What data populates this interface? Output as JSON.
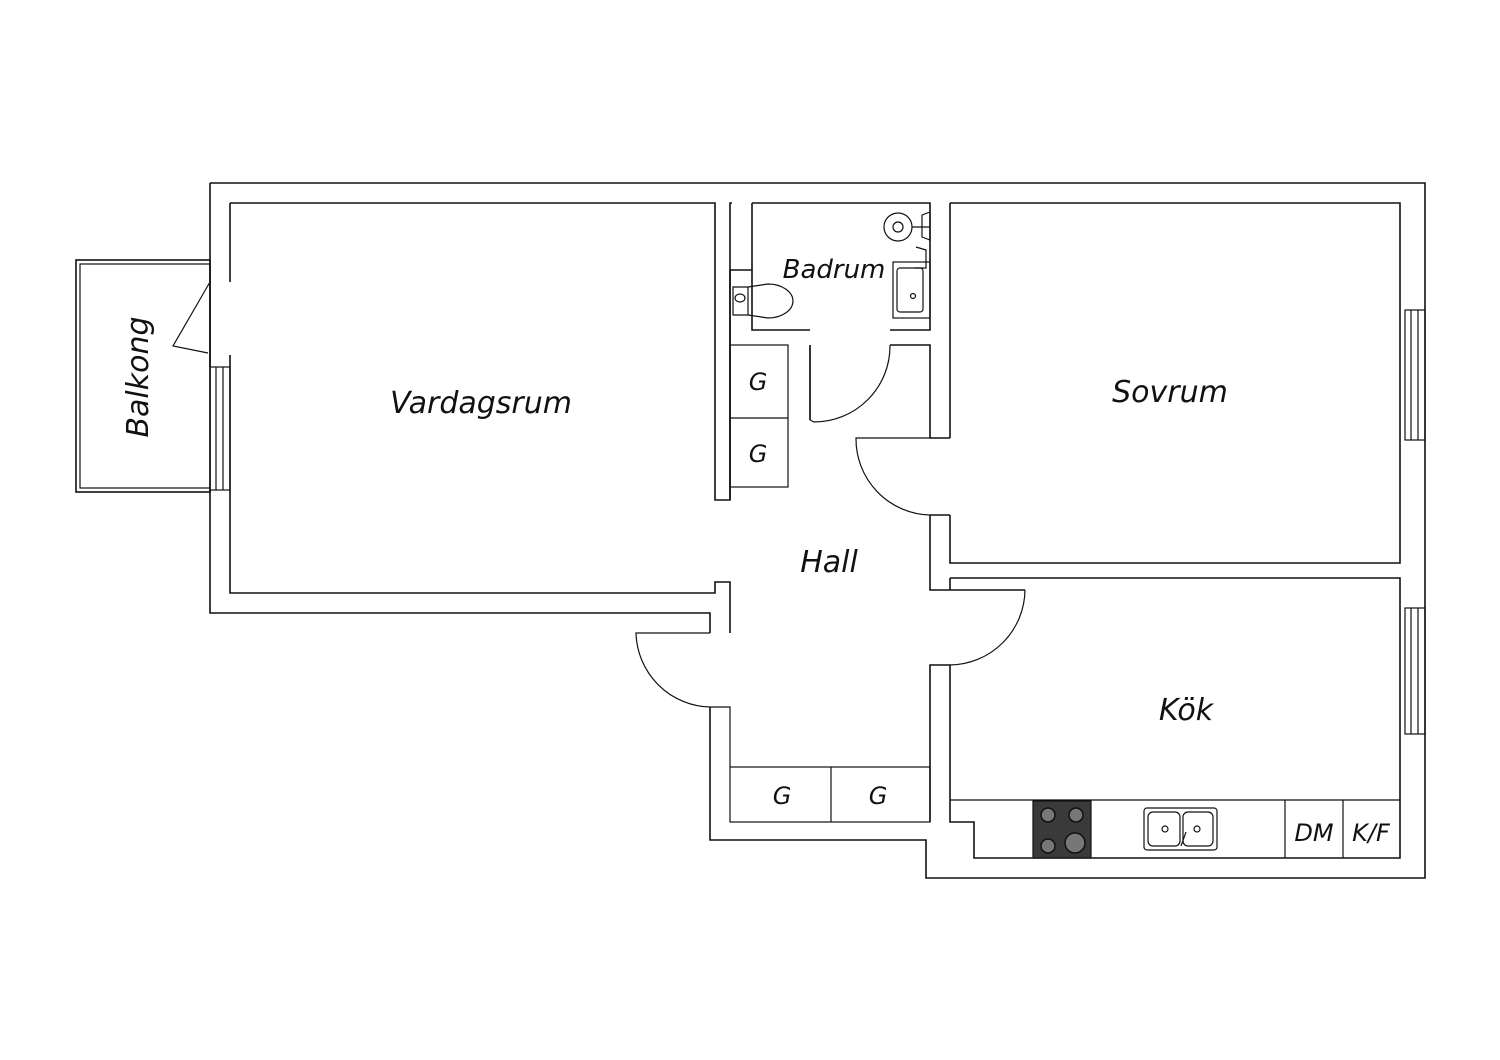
{
  "rooms": {
    "vardagsrum": "Vardagsrum",
    "badrum": "Badrum",
    "sovrum": "Sovrum",
    "hall": "Hall",
    "kok": "Kök",
    "balkong": "Balkong"
  },
  "closets": [
    "G",
    "G",
    "G",
    "G"
  ],
  "appliances": {
    "dishwasher": "DM",
    "fridge_freezer": "K/F"
  },
  "colors": {
    "wall": "#111111",
    "stove": "#3a3a3a",
    "background": "#ffffff"
  }
}
